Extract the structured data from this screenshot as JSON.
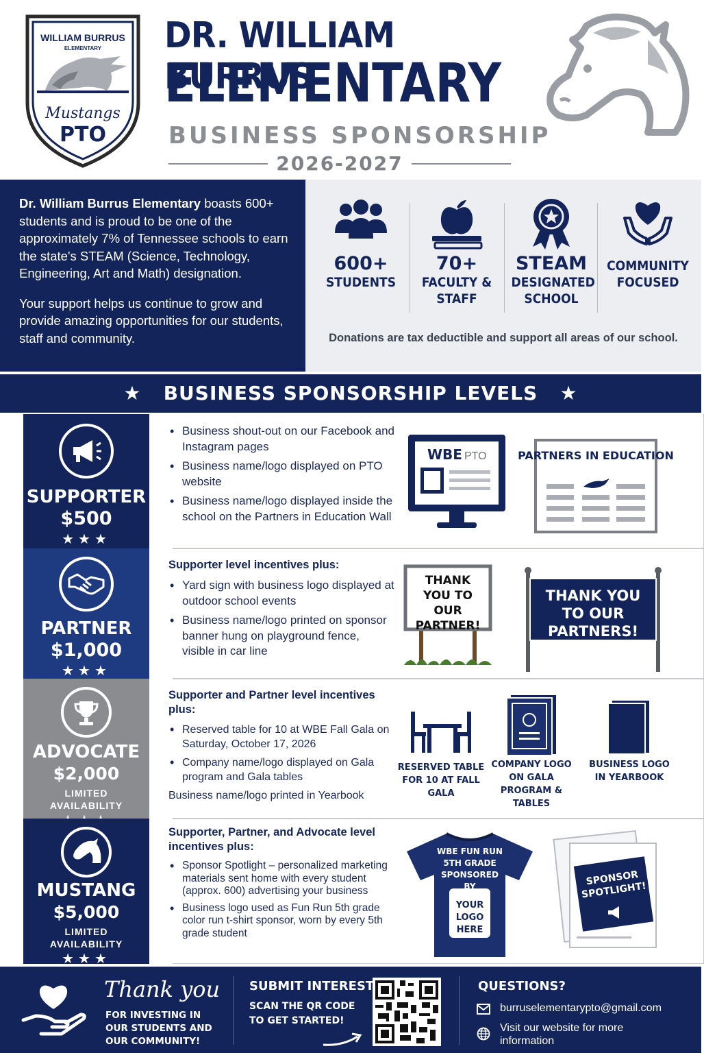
{
  "header": {
    "crest_top": "WILLIAM BURRUS",
    "crest_sub": "ELEMENTARY",
    "crest_script": "Mustangs",
    "crest_pto": "PTO",
    "title_line1": "DR. WILLIAM BURRUS",
    "title_line2": "ELEMENTARY",
    "subtitle": "BUSINESS SPONSORSHIP",
    "year": "2026-2027"
  },
  "info": {
    "para1_bold": "Dr. William Burrus Elementary",
    "para1_rest": " boasts 600+ students and is proud to be one of the approximately 7% of Tennessee schools to earn the state's STEAM (Science, Technology, Engineering, Art and Math) designation.",
    "para2": "Your support helps us continue to grow and provide amazing opportunities for our students, staff and community.",
    "stats": [
      {
        "num": "600+",
        "label": "STUDENTS",
        "icon": "people-icon"
      },
      {
        "num": "70+",
        "label": "FACULTY & STAFF",
        "icon": "apple-books-icon"
      },
      {
        "num": "STEAM",
        "label": "DESIGNATED SCHOOL",
        "icon": "award-ribbon-icon"
      },
      {
        "num": "",
        "label": "COMMUNITY FOCUSED",
        "icon": "heart-hands-icon"
      }
    ],
    "donations": "Donations are tax deductible and support all areas of our school."
  },
  "levels_title": "BUSINESS SPONSORSHIP LEVELS",
  "levels": [
    {
      "name": "SUPPORTER",
      "amount": "$500",
      "limited": "",
      "stars": "★★★",
      "color": "#12245a",
      "icon": "megaphone-icon",
      "intro": "",
      "bullets": [
        "Business shout-out on our Facebook and Instagram pages",
        "Business name/logo displayed on PTO website",
        "Business name/logo displayed inside the school on the Partners in Education Wall"
      ],
      "extra": "",
      "graphics": {
        "monitor_brand": "WBE",
        "monitor_sub": "PTO",
        "wall_title": "PARTNERS IN EDUCATION"
      }
    },
    {
      "name": "PARTNER",
      "amount": "$1,000",
      "limited": "",
      "stars": "★★★",
      "color": "#1e3a80",
      "icon": "handshake-icon",
      "intro": "Supporter level incentives plus:",
      "bullets": [
        "Yard sign with business logo displayed at outdoor school events",
        "Business name/logo printed on sponsor banner hung on playground fence, visible in car line"
      ],
      "extra": "",
      "graphics": {
        "yard_sign": "THANK YOU TO OUR PARTNER!",
        "banner": "THANK YOU TO OUR PARTNERS!"
      }
    },
    {
      "name": "ADVOCATE",
      "amount": "$2,000",
      "limited": "LIMITED AVAILABILITY",
      "stars": "★★★",
      "color": "#8a8c90",
      "icon": "trophy-icon",
      "intro": "Supporter and Partner level incentives plus:",
      "bullets": [
        "Reserved table for 10 at WBE Fall Gala on Saturday, October 17, 2026",
        "Company name/logo displayed on Gala program and Gala tables"
      ],
      "extra": "Business name/logo printed in Yearbook",
      "graphics": {
        "cap1": "RESERVED TABLE FOR 10 AT FALL GALA",
        "cap2": "COMPANY LOGO ON GALA PROGRAM & TABLES",
        "cap3": "BUSINESS LOGO IN YEARBOOK"
      }
    },
    {
      "name": "MUSTANG",
      "amount": "$5,000",
      "limited": "LIMITED AVAILABILITY",
      "stars": "★★★",
      "color": "#12245a",
      "icon": "horse-icon",
      "intro": "Supporter, Partner, and Advocate level incentives plus:",
      "bullets": [
        "Sponsor Spotlight – personalized marketing materials sent home with every student (approx. 600) advertising your business",
        "Business logo used as Fun Run 5th grade color run t-shirt sponsor, worn by every 5th grade student"
      ],
      "extra": "",
      "graphics": {
        "shirt_text": "WBE FUN RUN 5TH GRADE SPONSORED BY",
        "shirt_logo": "YOUR LOGO HERE",
        "spotlight": "SPONSOR SPOTLIGHT!"
      }
    }
  ],
  "footer": {
    "thank_you": "Thank you",
    "thank_sub": "FOR INVESTING IN OUR STUDENTS AND OUR COMMUNITY!",
    "submit_title": "SUBMIT INTEREST",
    "submit_sub": "SCAN THE QR CODE TO GET STARTED!",
    "questions_title": "QUESTIONS?",
    "email": "burruselementarypto@gmail.com",
    "website": "Visit our website for more information"
  },
  "colors": {
    "navy": "#12245a",
    "royal": "#1e3a80",
    "gray": "#8a8c90",
    "light": "#eceef1"
  }
}
